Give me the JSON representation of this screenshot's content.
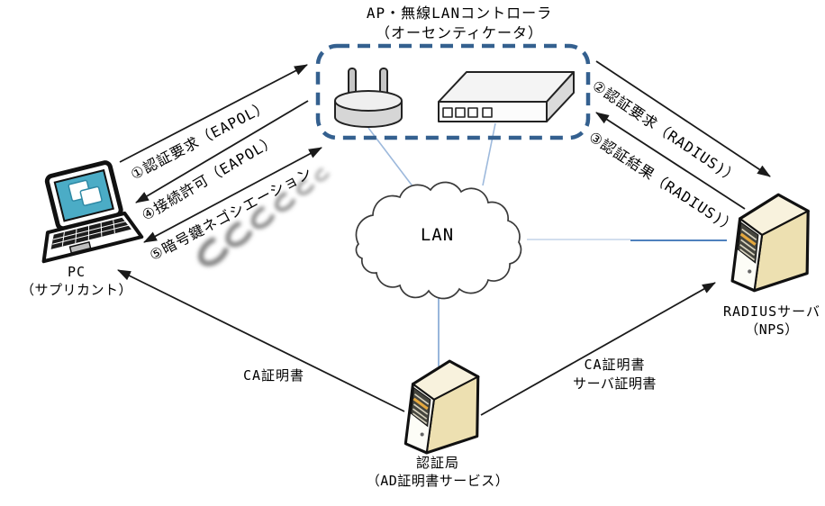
{
  "authenticator": {
    "title": "AP・無線LANコントローラ",
    "subtitle": "（オーセンティケータ）"
  },
  "nodes": {
    "pc": {
      "label": "PC",
      "sublabel": "（サプリカント）"
    },
    "radius_server": {
      "label": "RADIUSサーバ",
      "sublabel": "（NPS）"
    },
    "certificate_authority": {
      "label": "認証局",
      "sublabel": "（AD証明書サービス）"
    },
    "lan": {
      "label": "LAN"
    }
  },
  "flows": {
    "auth_request_eapol": "①認証要求（EAPOL）",
    "auth_request_radius": "②認証要求（RADIUS)）",
    "auth_result_radius": "③認証結果（RADIUS)）",
    "connect_permit_eapol": "④接続許可（EAPOL）",
    "key_negotiation": "⑤暗号鍵ネゴシエーション",
    "ca_cert_to_pc": "CA証明書",
    "ca_cert_to_radius_line1": "CA証明書",
    "ca_cert_to_radius_line2": "サーバ証明書"
  },
  "colors": {
    "dashed_box": "#34608F",
    "connector_light": "#9DB9DC",
    "connector_dark": "#4F81BD",
    "arrow": "#1a1a1a",
    "laptop_screen": "#4BACC6",
    "server_side": "#EDE0B1",
    "server_top": "#F8F2DD",
    "wave": "#808080"
  }
}
